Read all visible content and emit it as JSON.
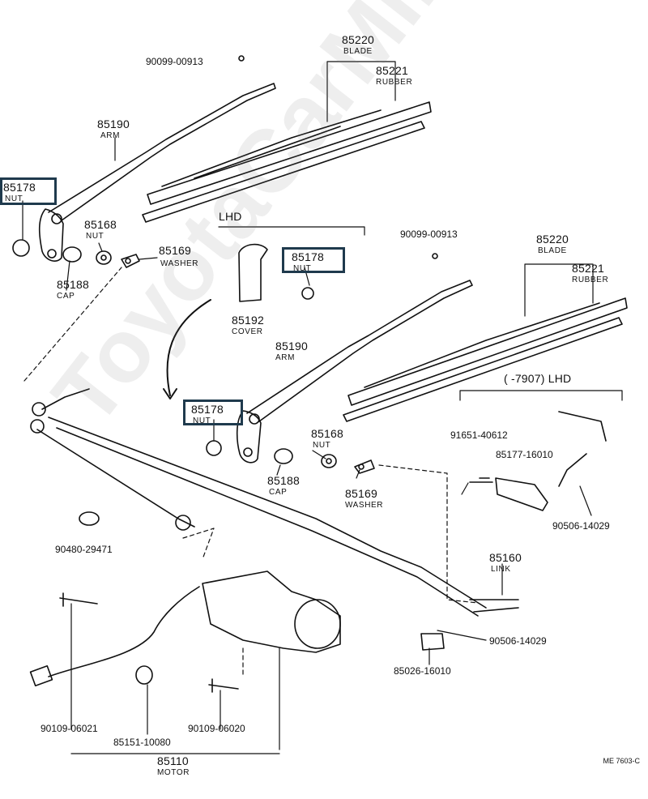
{
  "watermark": "ToyotaCarMine.ru",
  "code": "ME 7603-C",
  "lhd_label": "LHD",
  "lhd_range_label": "(      -7907) LHD",
  "labels": {
    "arm_left": {
      "num": "85190",
      "sub": "ARM"
    },
    "arm_right": {
      "num": "85190",
      "sub": "ARM"
    },
    "blade_left": {
      "num": "85220",
      "sub": "BLADE"
    },
    "rubber_left": {
      "num": "85221",
      "sub": "RUBBER"
    },
    "blade_right": {
      "num": "85220",
      "sub": "BLADE"
    },
    "rubber_right": {
      "num": "85221",
      "sub": "RUBBER"
    },
    "nut_1": {
      "num": "85178",
      "sub": "NUT"
    },
    "nut_2": {
      "num": "85178",
      "sub": "NUT"
    },
    "nut_3": {
      "num": "85178",
      "sub": "NUT"
    },
    "nut_168_left": {
      "num": "85168",
      "sub": "NUT"
    },
    "nut_168_right": {
      "num": "85168",
      "sub": "NUT"
    },
    "cap_left": {
      "num": "85188",
      "sub": "CAP"
    },
    "cap_right": {
      "num": "85188",
      "sub": "CAP"
    },
    "washer_left": {
      "num": "85169",
      "sub": "WASHER"
    },
    "washer_right": {
      "num": "85169",
      "sub": "WASHER"
    },
    "cover": {
      "num": "85192",
      "sub": "COVER"
    },
    "link": {
      "num": "85160",
      "sub": "LINK"
    },
    "motor": {
      "num": "85110",
      "sub": "MOTOR"
    }
  },
  "part_numbers": {
    "screw_top_left": "90099-00913",
    "screw_top_right": "90099-00913",
    "bolt_91651": "91651-40612",
    "bracket_85177": "85177-16010",
    "spring_top": "90506-14029",
    "spring_bottom": "90506-14029",
    "grommet": "90480-29471",
    "clip": "85026-16010",
    "bolt_left": "90109-06021",
    "grommet_motor": "85151-10080",
    "bolt_right": "90109-06020"
  }
}
